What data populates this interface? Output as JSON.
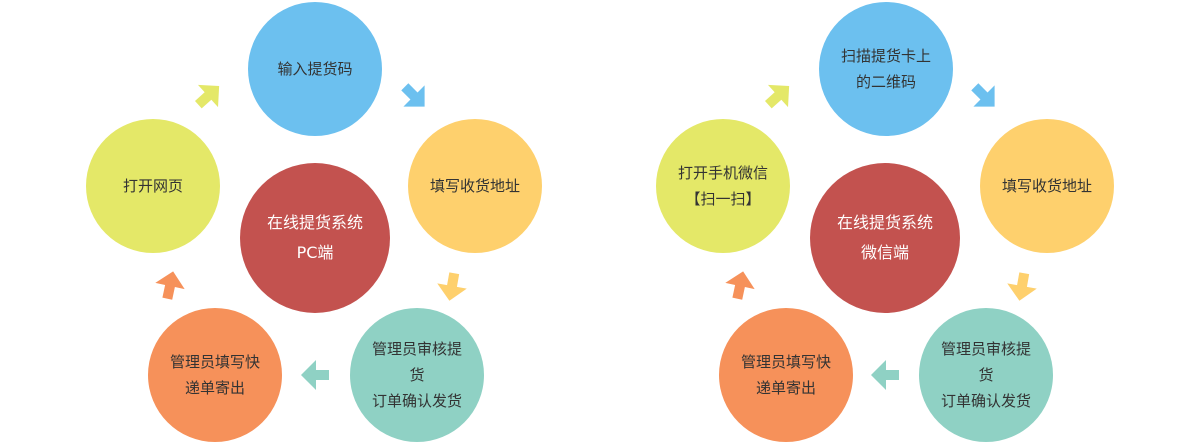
{
  "colors": {
    "blue": "#6cc0ef",
    "yellow": "#fed06d",
    "green": "#8fd1c4",
    "orange": "#f6915a",
    "lime": "#e4e868",
    "red": "#c3524f"
  },
  "diagrams": [
    {
      "center": {
        "label": "在线提货系统\nPC端"
      },
      "steps": [
        {
          "label": "输入提货码"
        },
        {
          "label": "填写收货地址"
        },
        {
          "label": "管理员审核提货\n订单确认发货"
        },
        {
          "label": "管理员填写快\n递单寄出"
        },
        {
          "label": "打开网页"
        }
      ],
      "arrows": [
        {
          "icon": "arrow-down-right-icon"
        },
        {
          "icon": "arrow-down-icon"
        },
        {
          "icon": "arrow-left-icon"
        },
        {
          "icon": "arrow-up-icon"
        },
        {
          "icon": "arrow-up-right-icon"
        }
      ]
    },
    {
      "center": {
        "label": "在线提货系统\n微信端"
      },
      "steps": [
        {
          "label": "扫描提货卡上\n的二维码"
        },
        {
          "label": "填写收货地址"
        },
        {
          "label": "管理员审核提货\n订单确认发货"
        },
        {
          "label": "管理员填写快\n递单寄出"
        },
        {
          "label": "打开手机微信\n【扫一扫】"
        }
      ],
      "arrows": [
        {
          "icon": "arrow-down-right-icon"
        },
        {
          "icon": "arrow-down-icon"
        },
        {
          "icon": "arrow-left-icon"
        },
        {
          "icon": "arrow-up-icon"
        },
        {
          "icon": "arrow-up-right-icon"
        }
      ]
    }
  ]
}
